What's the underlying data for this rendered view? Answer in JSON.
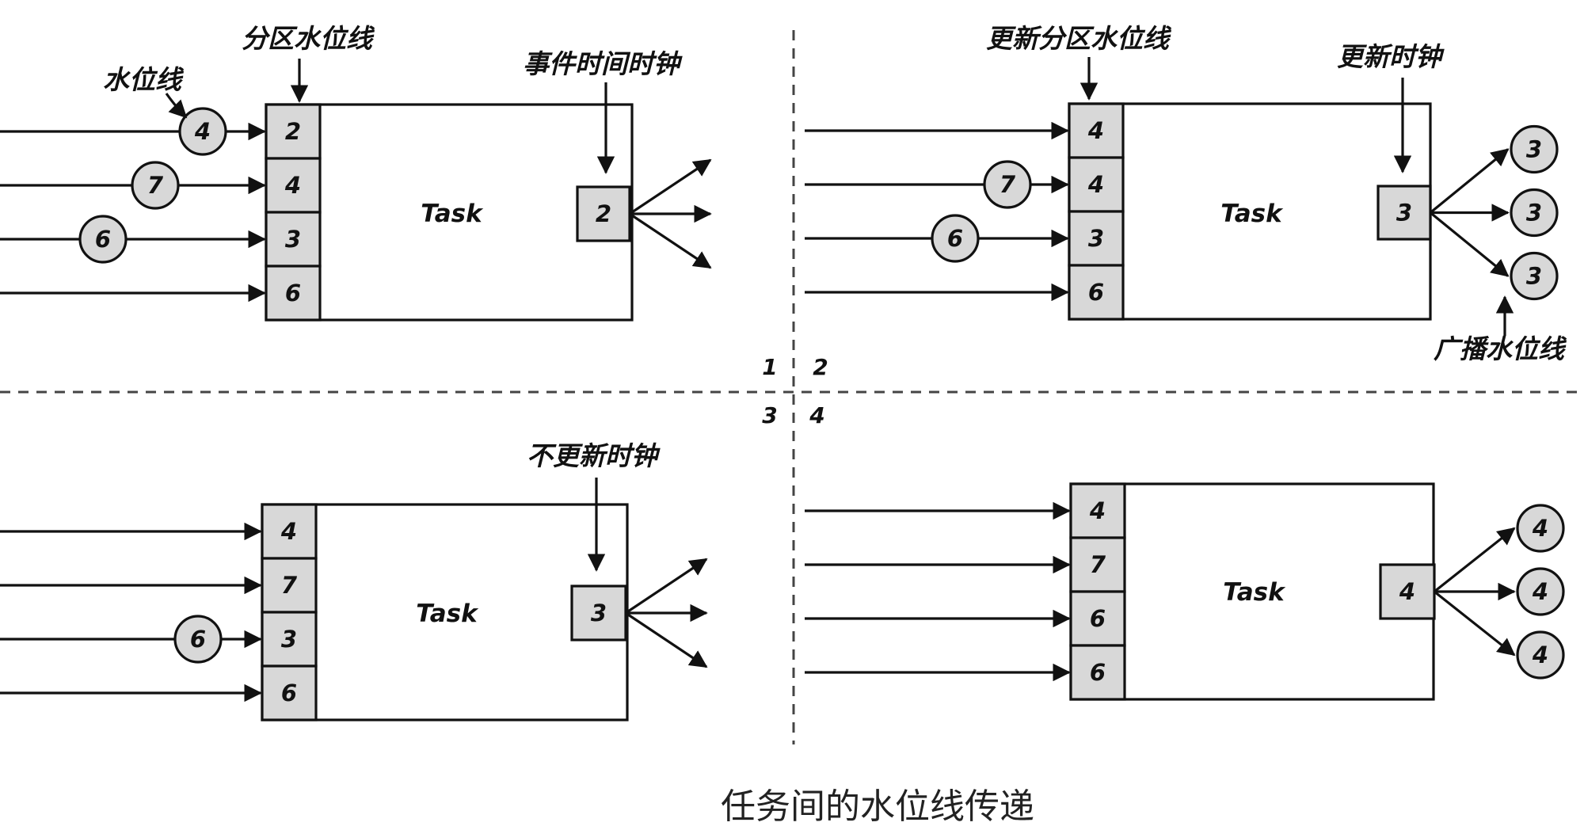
{
  "labels": {
    "watermark": "水位线",
    "partition_watermark": "分区水位线",
    "event_time_clock": "事件时间时钟",
    "update_partition_watermark": "更新分区水位线",
    "update_clock": "更新时钟",
    "broadcast_watermark": "广播水位线",
    "no_update_clock": "不更新时钟"
  },
  "quadrant_numbers": [
    "1",
    "2",
    "3",
    "4"
  ],
  "caption": "任务间的水位线传递",
  "panels": [
    {
      "task_label": "Task",
      "partitions": [
        "2",
        "4",
        "3",
        "6"
      ],
      "incoming": [
        {
          "row": 0,
          "value": "4"
        },
        {
          "row": 1,
          "value": "7"
        },
        {
          "row": 2,
          "value": "6"
        }
      ],
      "clock": "2",
      "outgoing": []
    },
    {
      "task_label": "Task",
      "partitions": [
        "4",
        "4",
        "3",
        "6"
      ],
      "incoming": [
        {
          "row": 1,
          "value": "7"
        },
        {
          "row": 2,
          "value": "6"
        }
      ],
      "clock": "3",
      "outgoing": [
        "3",
        "3",
        "3"
      ]
    },
    {
      "task_label": "Task",
      "partitions": [
        "4",
        "7",
        "3",
        "6"
      ],
      "incoming": [
        {
          "row": 2,
          "value": "6"
        }
      ],
      "clock": "3",
      "outgoing": []
    },
    {
      "task_label": "Task",
      "partitions": [
        "4",
        "7",
        "6",
        "6"
      ],
      "incoming": [],
      "clock": "4",
      "outgoing": [
        "4",
        "4",
        "4"
      ]
    }
  ]
}
